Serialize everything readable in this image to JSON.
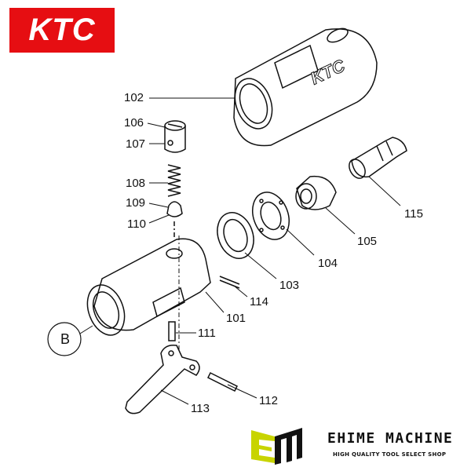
{
  "logo": {
    "text": "KTC",
    "color": "#e60e12"
  },
  "diagram": {
    "parts": [
      {
        "id": "102"
      },
      {
        "id": "106"
      },
      {
        "id": "107"
      },
      {
        "id": "108"
      },
      {
        "id": "109"
      },
      {
        "id": "110"
      },
      {
        "id": "115"
      },
      {
        "id": "105"
      },
      {
        "id": "104"
      },
      {
        "id": "103"
      },
      {
        "id": "114"
      },
      {
        "id": "101"
      },
      {
        "id": "111"
      },
      {
        "id": "112"
      },
      {
        "id": "113"
      }
    ],
    "callout": "B",
    "sleeve_text": "KTC"
  },
  "brand": {
    "name": "EHIME MACHINE",
    "tagline": "HIGH QUALITY TOOL SELECT SHOP",
    "accent": "#c8d400"
  }
}
